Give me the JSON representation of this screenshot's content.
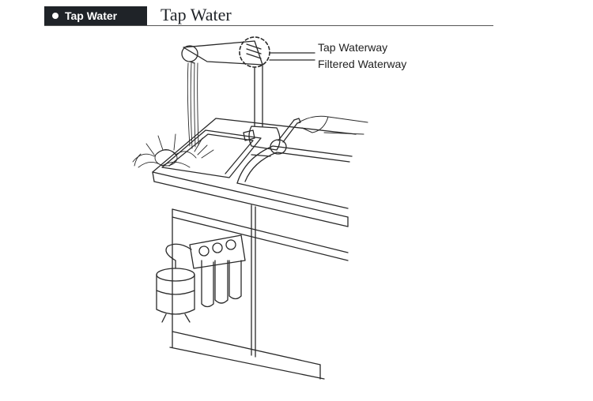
{
  "header": {
    "badge_label": "Tap Water",
    "title": "Tap Water"
  },
  "callouts": {
    "tap_waterway": "Tap Waterway",
    "filtered_waterway": "Filtered Waterway"
  },
  "colors": {
    "badge_bg": "#1f2328",
    "line": "#2a2a2a"
  },
  "icons": {
    "badge_bullet": "bullet-dot-icon"
  }
}
